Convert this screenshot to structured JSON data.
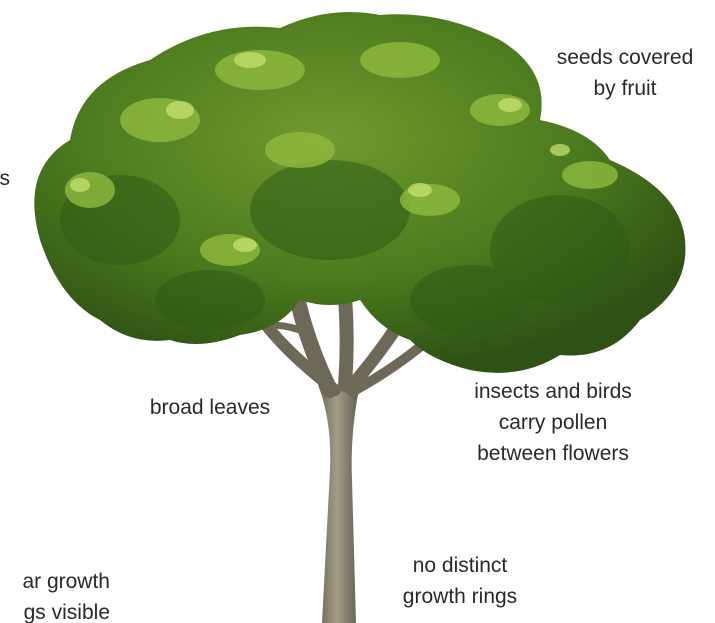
{
  "labels": {
    "seeds": [
      "seeds covered",
      "by fruit"
    ],
    "insects": [
      "insects and birds",
      "carry pollen",
      "between flowers"
    ],
    "broad_leaves": "broad leaves",
    "no_rings": [
      "no distinct",
      "growth rings"
    ],
    "annual": [
      "ar growth",
      "gs visible"
    ],
    "cut_left": "s"
  },
  "colors": {
    "text": "#2a2a2a",
    "trunk": "#8a8470",
    "trunk_dark": "#5e5a4c",
    "leaf_dark": "#2f5a16",
    "leaf_mid": "#4e7f22",
    "leaf_light": "#9cc24a"
  }
}
